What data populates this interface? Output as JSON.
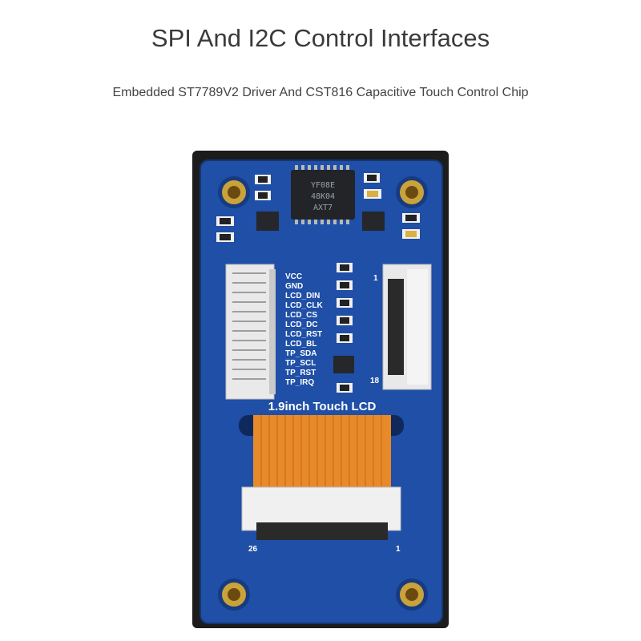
{
  "header": {
    "title": "SPI And I2C Control Interfaces",
    "subtitle": "Embedded ST7789V2 Driver And CST816 Capacitive Touch Control Chip"
  },
  "board": {
    "pin_labels": [
      "VCC",
      "GND",
      "LCD_DIN",
      "LCD_CLK",
      "LCD_CS",
      "LCD_DC",
      "LCD_RST",
      "LCD_BL",
      "TP_SDA",
      "TP_SCL",
      "TP_RST",
      "TP_IRQ"
    ],
    "product_label": "1.9inch Touch LCD",
    "chip_marking": [
      "YF08E",
      "48K04",
      "AXT7"
    ],
    "connector_right_pin_top": "1",
    "connector_right_pin_bottom": "18",
    "connector_bottom_pin_left": "26",
    "connector_bottom_pin_right": "1"
  },
  "colors": {
    "pcb_blue": "#1f4fa6",
    "pcb_border": "#16346f",
    "flex_cable": "#e8892a",
    "gold_pad": "#c9a23a",
    "background": "#ffffff"
  }
}
